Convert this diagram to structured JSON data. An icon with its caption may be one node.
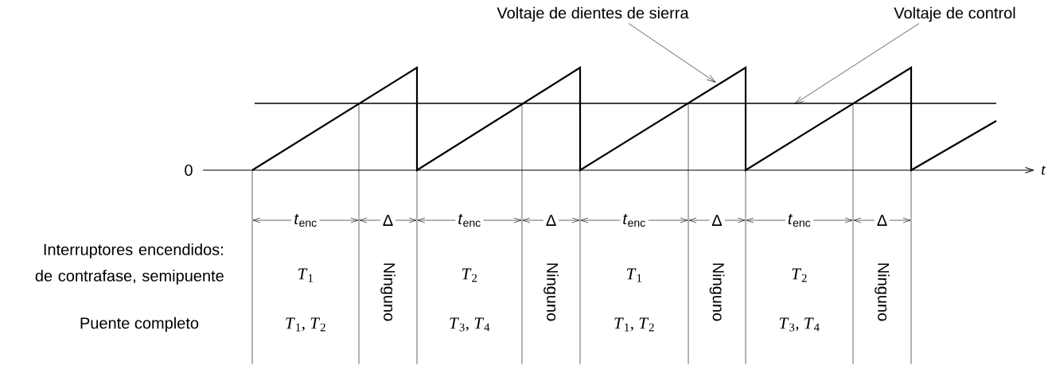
{
  "diagram": {
    "nodes": [
      {
        "text": [
          "Voltaje de dientes de sierra"
        ]
      },
      {
        "text": [
          "Voltaje de control"
        ]
      }
    ],
    "edges": [
      {
        "from": 0,
        "to": null,
        "arrow": "to"
      },
      {
        "from": 1,
        "to": null,
        "arrow": "to"
      }
    ],
    "labels": [
      "0",
      "t",
      "*t*$_{enc}$",
      "Δ",
      "*t*$_{enc}$",
      "Δ",
      "*t*$_{enc}$",
      "Δ",
      "*t*$_{enc}$",
      "Δ",
      "Interruptores encendidos: de contrafase, semipuente",
      "*T*$_{1}$",
      "Ninguno",
      "*T*$_{2}$",
      "Ninguno",
      "*T*$_{1}$",
      "Ninguno",
      "*T*$_{2}$",
      "Ninguno",
      "Puente completo",
      "*T*$_{1}$, *T*$_{2}$",
      "*T*$_{3}$, *T*$_{4}$",
      "*T*$_{1}$, *T*$_{2}$",
      "*T*$_{3}$, *T*$_{4}$"
    ]
  }
}
